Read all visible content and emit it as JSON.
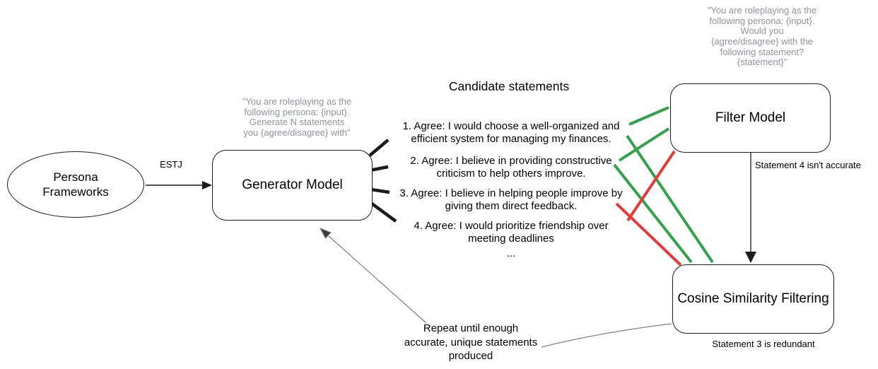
{
  "diagram": {
    "nodes": {
      "persona": {
        "label": "Persona\nFrameworks"
      },
      "generator": {
        "label": "Generator Model"
      },
      "filter": {
        "label": "Filter Model"
      },
      "cosine": {
        "label": "Cosine Similarity Filtering"
      }
    },
    "prompts": {
      "generator_prompt": "\"You are roleplaying as the\nfollowing persona: {input}.\nGenerate N statements\nyou {agree/disagree} with\"",
      "filter_prompt": "\"You are roleplaying as the\nfollowing persona: {input}.\nWould you\n{agree/disagree} with the\nfollowing statement?\n{statement}\""
    },
    "statements": {
      "title": "Candidate statements",
      "items": [
        {
          "text": "1. Agree: I would choose a well-organized and\nefficient system for managing my finances."
        },
        {
          "text": "2. Agree: I believe in providing constructive\ncriticism to help others improve."
        },
        {
          "text": "3. Agree: I believe in helping people improve by\ngiving them direct feedback."
        },
        {
          "text": "4. Agree: I would prioritize friendship over\nmeeting deadlines"
        }
      ],
      "ellipsis": "..."
    },
    "edge_labels": {
      "estj": "ESTJ",
      "filter_note": "Statement 4 isn't accurate",
      "cosine_note": "Statement 3 is redundant",
      "repeat_note": "Repeat until enough\naccurate, unique statements\nproduced"
    },
    "colors": {
      "accept_green": "#35a24b",
      "reject_red": "#e13c3c",
      "line_black": "#1b1b1b",
      "gray_line": "#808080",
      "prompt_gray": "#8e959e"
    }
  }
}
